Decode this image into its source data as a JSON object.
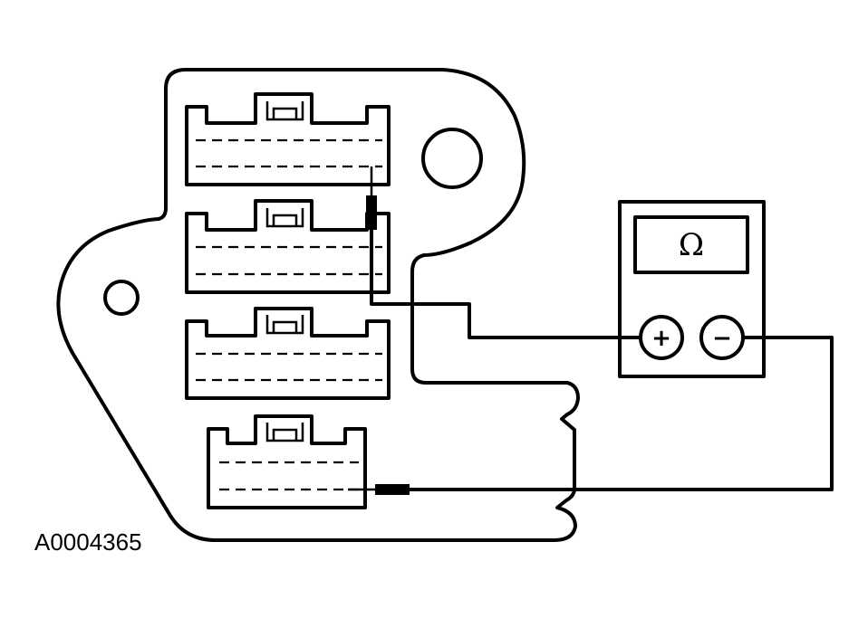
{
  "figure": {
    "label": "A0004365"
  },
  "meter": {
    "display_symbol": "Ω",
    "positive_terminal": "+",
    "negative_terminal": "−"
  },
  "connectors": [
    {
      "id": "connector-1",
      "cavity_rows": 2
    },
    {
      "id": "connector-2",
      "cavity_rows": 2
    },
    {
      "id": "connector-3",
      "cavity_rows": 2
    },
    {
      "id": "connector-4",
      "cavity_rows": 2
    }
  ],
  "colors": {
    "line": "#000000",
    "background": "#ffffff"
  }
}
